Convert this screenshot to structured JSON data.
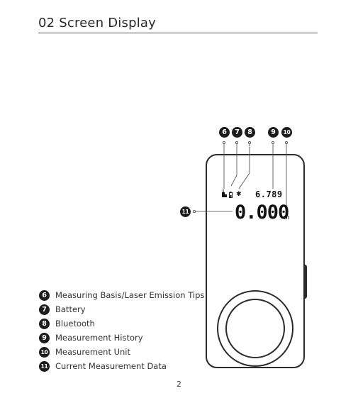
{
  "page": {
    "title": "02 Screen Display",
    "page_number": "2"
  },
  "display": {
    "history_value": "6.789",
    "main_value": "0.000",
    "unit": "m",
    "bluetooth_glyph": "✱"
  },
  "callouts": [
    "6",
    "7",
    "8",
    "9",
    "10",
    "11"
  ],
  "legend": [
    {
      "num": "6",
      "label": "Measuring Basis/Laser Emission Tips"
    },
    {
      "num": "7",
      "label": "Battery"
    },
    {
      "num": "8",
      "label": "Bluetooth"
    },
    {
      "num": "9",
      "label": "Measurement History"
    },
    {
      "num": "10",
      "label": "Measurement Unit"
    },
    {
      "num": "11",
      "label": "Current Measurement Data"
    }
  ],
  "icons": [
    "measuring-basis-icon",
    "battery-icon",
    "bluetooth-icon"
  ],
  "colors": {
    "ink": "#2b2b2b",
    "badge": "#1c1c1c",
    "background": "#ffffff"
  }
}
